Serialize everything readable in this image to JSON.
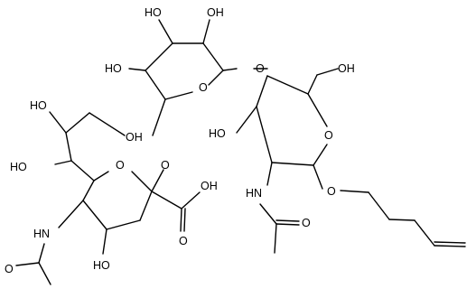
{
  "colors": {
    "ink": "#000000",
    "background": "#ffffff"
  },
  "atom_labels": {
    "ho_gal_top1": "HO",
    "oh_gal_top2": "OH",
    "ho_gal_left": "HO",
    "o_gal_ring": "O",
    "o_glyco_gal_glc": "O",
    "oh_ch2oh_glc": "OH",
    "ho_glc_c3": "HO",
    "o_glc_ring": "O",
    "nh_glc": "HN",
    "o_glc_amide": "O",
    "o_pentenyl": "O",
    "ho_side_top": "HO",
    "oh_side_right": "OH",
    "ho_side_left": "HO",
    "o_sia_ring": "O",
    "o_glyco_sia": "O",
    "oh_cooh": "OH",
    "o_cooh": "O",
    "hn_sia": "HN",
    "o_sia_amide": "O",
    "ho_sia_c4": "HO"
  }
}
